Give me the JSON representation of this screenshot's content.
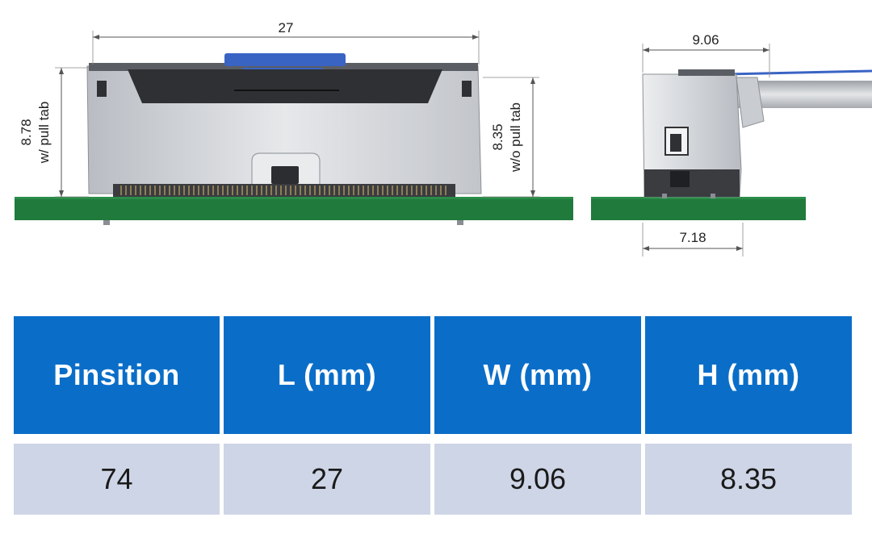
{
  "drawing": {
    "front_view": {
      "length_label": "27",
      "height_with_tab_value": "8.78",
      "height_with_tab_note": "w/ pull tab",
      "height_without_tab_value": "8.35",
      "height_without_tab_note": "w/o pull tab"
    },
    "side_view": {
      "width_top_label": "9.06",
      "width_bottom_label": "7.18"
    },
    "colors": {
      "pcb_green": "#1f7a3c",
      "metal_shell": "#cfd2d6",
      "pull_tab_blue": "#3a64c4"
    }
  },
  "table": {
    "headers": [
      "Pinsition",
      "L (mm)",
      "W (mm)",
      "H (mm)"
    ],
    "rows": [
      [
        "74",
        "27",
        "9.06",
        "8.35"
      ]
    ],
    "header_color": "#0a6ec8",
    "row_color": "#cdd5e6"
  }
}
